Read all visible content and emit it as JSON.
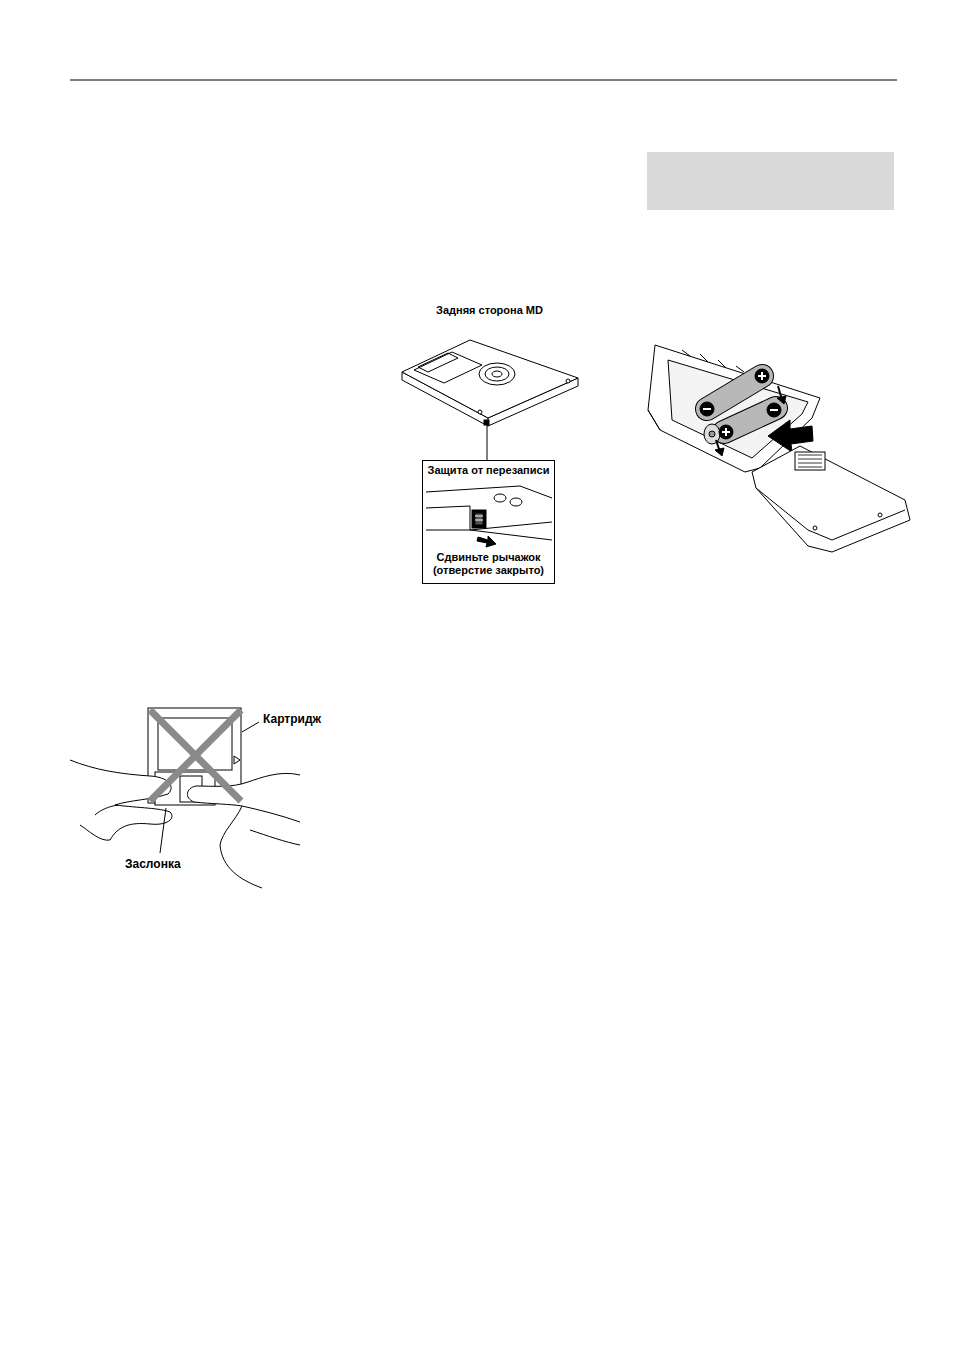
{
  "diagram": {
    "nodes": [
      {
        "text": [
          "Защита от перезаписи",
          "Сдвиньте рычажок (отверстие закрыто)"
        ]
      }
    ],
    "labels": [
      "Задняя сторона MD",
      "Картридж",
      "Заслонка"
    ]
  }
}
